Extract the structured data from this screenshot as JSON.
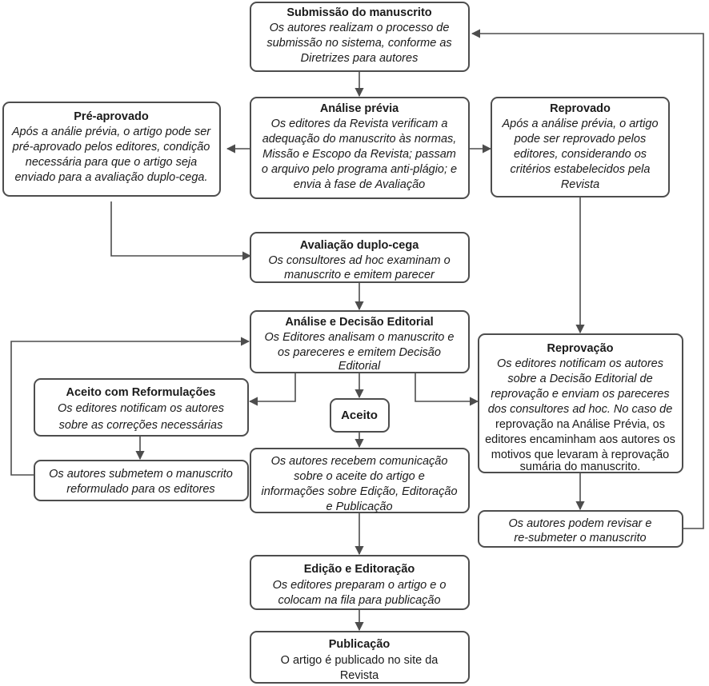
{
  "diagram": {
    "title": "Fluxo editorial do manuscrito",
    "colors": {
      "stroke": "#4d4d4d",
      "text": "#1a1a1a",
      "background": "#ffffff"
    },
    "nodes": [
      {
        "id": "submissao",
        "title": "Submissão do manuscrito",
        "body": [
          "Os autores realizam o processo de",
          "submissão no sistema, conforme as",
          "Diretrizes para autores"
        ],
        "body_style": "italic"
      },
      {
        "id": "analise-previa",
        "title": "Análise prévia",
        "body": [
          "Os editores da Revista verificam a",
          "adequação do manuscrito às normas,",
          "Missão e Escopo da Revista; passam",
          "o arquivo pelo programa anti-plágio; e",
          "envia à fase de Avaliação"
        ],
        "body_style": "italic"
      },
      {
        "id": "pre-aprovado",
        "title": "Pré-aprovado",
        "body": [
          "Após a análie prévia, o artigo pode ser",
          "pré-aprovado pelos editores, condição",
          "necessária para que o artigo seja",
          "enviado para a avaliação duplo-cega."
        ],
        "body_style": "italic"
      },
      {
        "id": "reprovado",
        "title": "Reprovado",
        "body": [
          "Após a análise prévia, o artigo",
          "pode ser reprovado pelos",
          "editores, considerando os",
          "critérios estabelecidos pela",
          "Revista"
        ],
        "body_style": "italic"
      },
      {
        "id": "avaliacao-duplo-cega",
        "title": "Avaliação duplo-cega",
        "body": [
          "Os consultores ad hoc examinam o",
          "manuscrito e emitem parecer"
        ],
        "body_style": "italic"
      },
      {
        "id": "analise-decisao-editorial",
        "title": "Análise e Decisão Editorial",
        "body": [
          "Os Editores analisam o manuscrito e",
          "os pareceres e emitem Decisão",
          "Editorial"
        ],
        "body_style": "italic"
      },
      {
        "id": "reprovacao",
        "title": "Reprovação",
        "body": [
          "Os editores notificam os autores",
          "sobre a Decisão Editorial de",
          "reprovação e enviam os pareceres",
          "dos consultores ad hoc. No caso de",
          "reprovação na Análise Prévia, os",
          "editores encaminham aos autores os",
          "motivos que levaram à reprovação",
          "sumária do manuscrito."
        ],
        "body_style": "mixed-italic-4"
      },
      {
        "id": "aceito-com-reformulacoes",
        "title": "Aceito com Reformulações",
        "body": [
          "Os editores notificam os autores",
          "sobre as correções necessárias"
        ],
        "body_style": "italic"
      },
      {
        "id": "aceito",
        "title": "Aceito",
        "body": [],
        "body_style": "none"
      },
      {
        "id": "submetem-reformulado",
        "title": "",
        "body": [
          "Os autores submetem o manuscrito",
          "reformulado para os editores"
        ],
        "body_style": "italic"
      },
      {
        "id": "comunicacao-aceite",
        "title": "",
        "body": [
          "Os autores recebem comunicação",
          "sobre o aceite do artigo e",
          "informações sobre Edição, Editoração",
          "e Publicação"
        ],
        "body_style": "italic"
      },
      {
        "id": "revisar-resubmeter",
        "title": "",
        "body": [
          "Os autores podem revisar e",
          "re-submeter o manuscrito"
        ],
        "body_style": "italic"
      },
      {
        "id": "edicao-editoracao",
        "title": "Edição e Editoração",
        "body": [
          "Os editores preparam o artigo e o",
          "colocam na fila para publicação"
        ],
        "body_style": "italic"
      },
      {
        "id": "publicacao",
        "title": "Publicação",
        "body": [
          "O artigo é publicado no site da",
          "Revista"
        ],
        "body_style": "upright"
      }
    ],
    "edges": [
      {
        "from": "submissao",
        "to": "analise-previa"
      },
      {
        "from": "analise-previa",
        "to": "pre-aprovado"
      },
      {
        "from": "analise-previa",
        "to": "reprovado"
      },
      {
        "from": "pre-aprovado",
        "to": "avaliacao-duplo-cega"
      },
      {
        "from": "avaliacao-duplo-cega",
        "to": "analise-decisao-editorial"
      },
      {
        "from": "reprovado",
        "to": "reprovacao"
      },
      {
        "from": "analise-decisao-editorial",
        "to": "aceito-com-reformulacoes"
      },
      {
        "from": "analise-decisao-editorial",
        "to": "aceito"
      },
      {
        "from": "analise-decisao-editorial",
        "to": "reprovacao"
      },
      {
        "from": "aceito-com-reformulacoes",
        "to": "submetem-reformulado"
      },
      {
        "from": "submetem-reformulado",
        "to": "analise-decisao-editorial"
      },
      {
        "from": "aceito",
        "to": "comunicacao-aceite"
      },
      {
        "from": "reprovacao",
        "to": "revisar-resubmeter"
      },
      {
        "from": "revisar-resubmeter",
        "to": "submissao"
      },
      {
        "from": "comunicacao-aceite",
        "to": "edicao-editoracao"
      },
      {
        "from": "edicao-editoracao",
        "to": "publicacao"
      }
    ]
  }
}
